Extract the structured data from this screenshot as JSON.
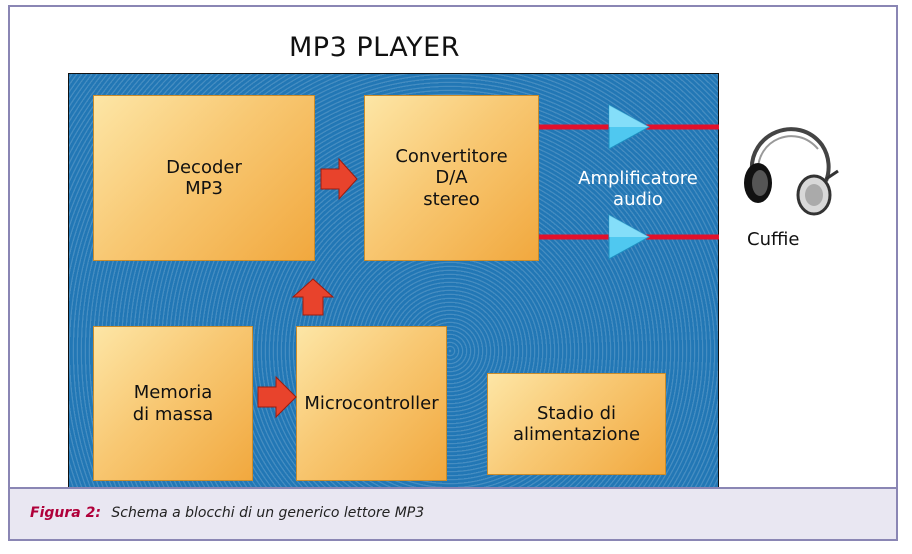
{
  "diagram": {
    "title": "MP3 PLAYER",
    "blocks": {
      "decoder": "Decoder\nMP3",
      "converter": "Convertitore\nD/A\nstereo",
      "memory": "Memoria\ndi massa",
      "microcontroller": "Microcontroller",
      "power": "Stadio di\nalimentazione"
    },
    "amplifier_label": "Amplificatore\naudio",
    "headphones_label": "Cuffie"
  },
  "caption": {
    "figure_label": "Figura 2:",
    "text": "Schema a blocchi di un generico lettore MP3"
  },
  "colors": {
    "panel": "#2277b5",
    "block_light": "#fde6a6",
    "block_dark": "#f1a83e",
    "arrow": "#e8432c",
    "signal_line": "#e3102a",
    "amplifier": "#4fc8f0",
    "frame": "#8a86b4",
    "caption_accent": "#b0003a"
  }
}
